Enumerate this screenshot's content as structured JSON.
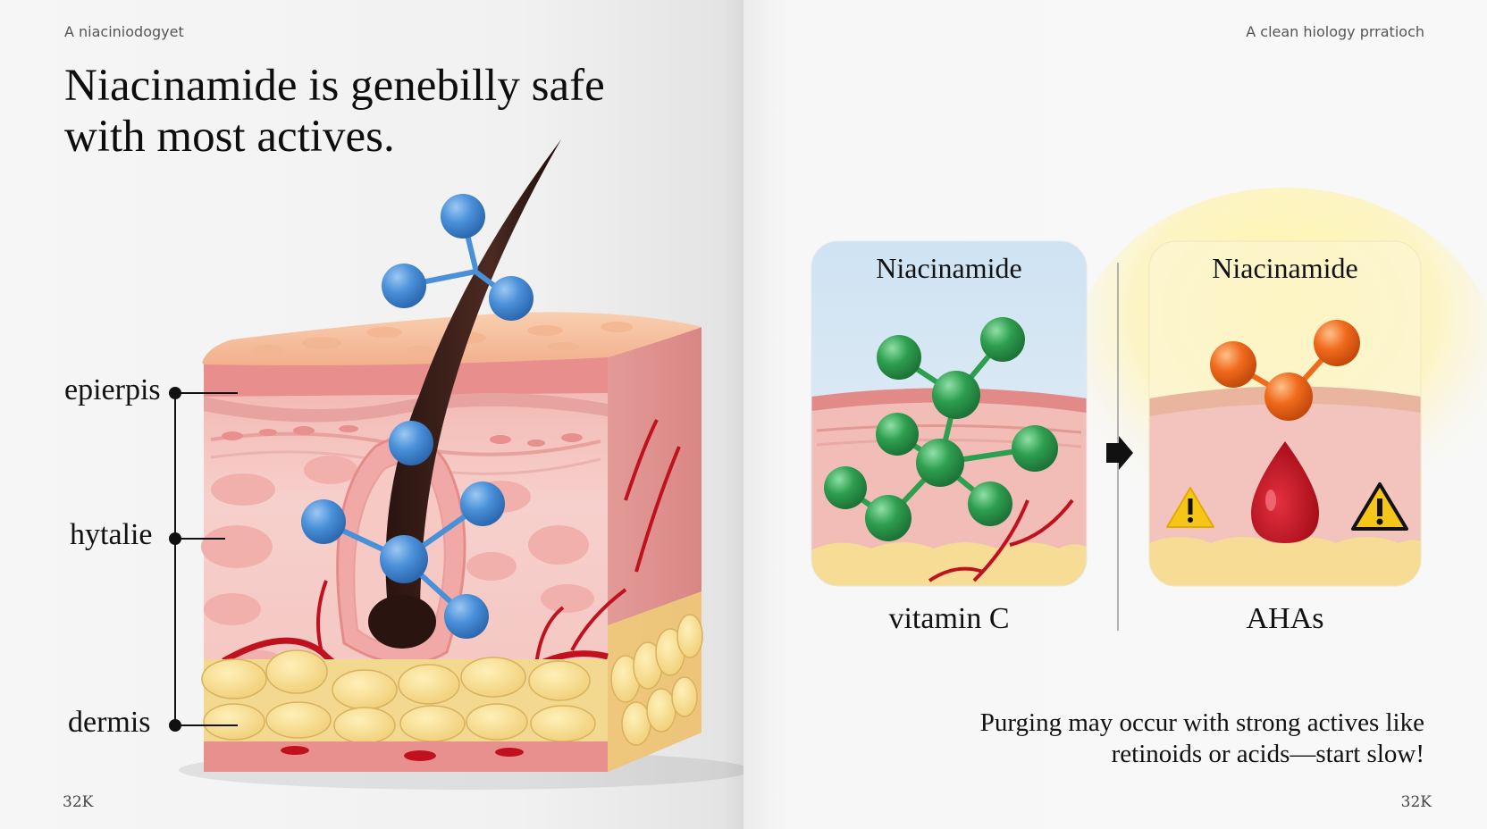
{
  "left_page": {
    "running_head": "A niaciniodogyet",
    "headline": "Niacinamide is genebilly safe with most actives.",
    "layers": [
      "epierpis",
      "hytalie",
      "dermis"
    ],
    "folio": "32K"
  },
  "right_page": {
    "running_head": "A clean hiology prratioch",
    "panels": [
      {
        "title": "Niacinamide",
        "caption": "vitamin C"
      },
      {
        "title": "Niacinamide",
        "caption": "AHAs"
      }
    ],
    "note": "Purging may occur with strong actives like retinoids or acids—start slow!",
    "folio": "32K"
  },
  "colors": {
    "niacinamide_molecule": "#4a90d9",
    "vitamin_c_molecule": "#2e9e4f",
    "aha_molecule": "#f06a1c",
    "warning": "#f5c518",
    "blood": "#c0121e"
  },
  "icons": [
    "warning-icon",
    "blood-drop-icon",
    "arrow-right-icon"
  ]
}
